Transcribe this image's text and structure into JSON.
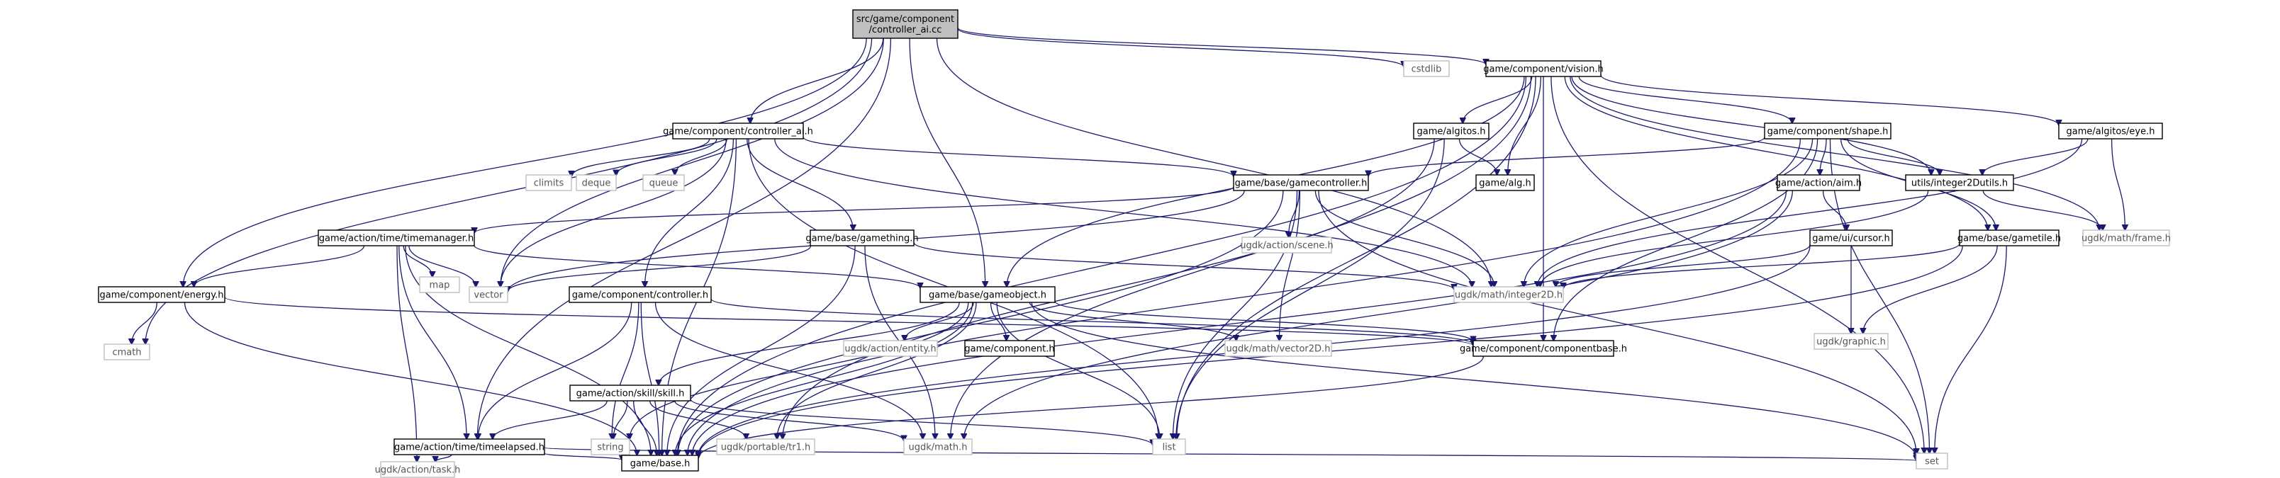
{
  "diagram": {
    "root": "src/game/component/controller_ai.cc",
    "nodes": {
      "root": {
        "label": [
          "src/game/component",
          "/controller_ai.cc"
        ],
        "kind": "root"
      },
      "cstdlib": {
        "label": [
          "cstdlib"
        ],
        "kind": "system"
      },
      "vision": {
        "label": [
          "game/component/vision.h"
        ],
        "kind": "local"
      },
      "controller_ai": {
        "label": [
          "game/component/controller_ai.h"
        ],
        "kind": "local"
      },
      "algitos": {
        "label": [
          "game/algitos.h"
        ],
        "kind": "local"
      },
      "shape": {
        "label": [
          "game/component/shape.h"
        ],
        "kind": "local"
      },
      "eye": {
        "label": [
          "game/algitos/eye.h"
        ],
        "kind": "local"
      },
      "climits": {
        "label": [
          "climits"
        ],
        "kind": "system"
      },
      "deque": {
        "label": [
          "deque"
        ],
        "kind": "system"
      },
      "queue": {
        "label": [
          "queue"
        ],
        "kind": "system"
      },
      "gamecontroller": {
        "label": [
          "game/base/gamecontroller.h"
        ],
        "kind": "local"
      },
      "alg": {
        "label": [
          "game/alg.h"
        ],
        "kind": "local"
      },
      "aim": {
        "label": [
          "game/action/aim.h"
        ],
        "kind": "local"
      },
      "integer2dutils": {
        "label": [
          "utils/integer2Dutils.h"
        ],
        "kind": "local"
      },
      "timemanager": {
        "label": [
          "game/action/time/timemanager.h"
        ],
        "kind": "local"
      },
      "gamething": {
        "label": [
          "game/base/gamething.h"
        ],
        "kind": "local"
      },
      "scene": {
        "label": [
          "ugdk/action/scene.h"
        ],
        "kind": "system"
      },
      "cursor": {
        "label": [
          "game/ui/cursor.h"
        ],
        "kind": "local"
      },
      "gametile": {
        "label": [
          "game/base/gametile.h"
        ],
        "kind": "local"
      },
      "frame": {
        "label": [
          "ugdk/math/frame.h"
        ],
        "kind": "system"
      },
      "map": {
        "label": [
          "map"
        ],
        "kind": "system"
      },
      "vector": {
        "label": [
          "vector"
        ],
        "kind": "system"
      },
      "integer2d": {
        "label": [
          "ugdk/math/integer2D.h"
        ],
        "kind": "system"
      },
      "energy": {
        "label": [
          "game/component/energy.h"
        ],
        "kind": "local"
      },
      "controller": {
        "label": [
          "game/component/controller.h"
        ],
        "kind": "local"
      },
      "gameobject": {
        "label": [
          "game/base/gameobject.h"
        ],
        "kind": "local"
      },
      "graphic": {
        "label": [
          "ugdk/graphic.h"
        ],
        "kind": "system"
      },
      "cmath": {
        "label": [
          "cmath"
        ],
        "kind": "system"
      },
      "entity": {
        "label": [
          "ugdk/action/entity.h"
        ],
        "kind": "system"
      },
      "component": {
        "label": [
          "game/component.h"
        ],
        "kind": "local"
      },
      "vector2d": {
        "label": [
          "ugdk/math/vector2D.h"
        ],
        "kind": "system"
      },
      "componentbase": {
        "label": [
          "game/component/componentbase.h"
        ],
        "kind": "local"
      },
      "skill": {
        "label": [
          "game/action/skill/skill.h"
        ],
        "kind": "local"
      },
      "string": {
        "label": [
          "string"
        ],
        "kind": "system"
      },
      "tr1": {
        "label": [
          "ugdk/portable/tr1.h"
        ],
        "kind": "system"
      },
      "ugdkmath": {
        "label": [
          "ugdk/math.h"
        ],
        "kind": "system"
      },
      "list": {
        "label": [
          "list"
        ],
        "kind": "system"
      },
      "timeelapsed": {
        "label": [
          "game/action/time/timeelapsed.h"
        ],
        "kind": "local"
      },
      "task": {
        "label": [
          "ugdk/action/task.h"
        ],
        "kind": "system"
      },
      "base": {
        "label": [
          "game/base.h"
        ],
        "kind": "local"
      },
      "set": {
        "label": [
          "set"
        ],
        "kind": "system"
      }
    },
    "edges": [
      [
        "root",
        "cstdlib"
      ],
      [
        "root",
        "vision"
      ],
      [
        "root",
        "controller_ai"
      ],
      [
        "root",
        "energy"
      ],
      [
        "root",
        "gameobject"
      ],
      [
        "root",
        "cmath"
      ],
      [
        "root",
        "timeelapsed"
      ],
      [
        "root",
        "integer2d"
      ],
      [
        "root",
        "vector"
      ],
      [
        "vision",
        "algitos"
      ],
      [
        "vision",
        "shape"
      ],
      [
        "vision",
        "eye"
      ],
      [
        "vision",
        "alg"
      ],
      [
        "vision",
        "integer2dutils"
      ],
      [
        "vision",
        "frame"
      ],
      [
        "vision",
        "gameobject"
      ],
      [
        "vision",
        "componentbase"
      ],
      [
        "vision",
        "ugdkmath"
      ],
      [
        "vision",
        "gametile"
      ],
      [
        "vision",
        "set"
      ],
      [
        "vision",
        "list"
      ],
      [
        "vision",
        "base"
      ],
      [
        "controller_ai",
        "climits"
      ],
      [
        "controller_ai",
        "deque"
      ],
      [
        "controller_ai",
        "queue"
      ],
      [
        "controller_ai",
        "gamecontroller"
      ],
      [
        "controller_ai",
        "gamething"
      ],
      [
        "controller_ai",
        "controller"
      ],
      [
        "controller_ai",
        "vector"
      ],
      [
        "controller_ai",
        "list"
      ],
      [
        "controller_ai",
        "base"
      ],
      [
        "controller_ai",
        "integer2d"
      ],
      [
        "algitos",
        "alg"
      ],
      [
        "algitos",
        "tr1"
      ],
      [
        "algitos",
        "list"
      ],
      [
        "shape",
        "gamecontroller"
      ],
      [
        "shape",
        "aim"
      ],
      [
        "shape",
        "integer2dutils"
      ],
      [
        "shape",
        "gametile"
      ],
      [
        "shape",
        "integer2d"
      ],
      [
        "shape",
        "componentbase"
      ],
      [
        "shape",
        "set"
      ],
      [
        "shape",
        "base"
      ],
      [
        "eye",
        "integer2dutils"
      ],
      [
        "eye",
        "frame"
      ],
      [
        "eye",
        "integer2d"
      ],
      [
        "gamecontroller",
        "timemanager"
      ],
      [
        "gamecontroller",
        "scene"
      ],
      [
        "gamecontroller",
        "vector"
      ],
      [
        "gamecontroller",
        "integer2d"
      ],
      [
        "gamecontroller",
        "vector2d"
      ],
      [
        "gamecontroller",
        "list"
      ],
      [
        "gamecontroller",
        "set"
      ],
      [
        "gamecontroller",
        "base"
      ],
      [
        "aim",
        "cursor"
      ],
      [
        "aim",
        "ugdkmath"
      ],
      [
        "aim",
        "base"
      ],
      [
        "integer2dutils",
        "integer2d"
      ],
      [
        "integer2dutils",
        "frame"
      ],
      [
        "timemanager",
        "energy"
      ],
      [
        "timemanager",
        "gameobject"
      ],
      [
        "timemanager",
        "map"
      ],
      [
        "timemanager",
        "vector"
      ],
      [
        "timemanager",
        "timeelapsed"
      ],
      [
        "timemanager",
        "task"
      ],
      [
        "timemanager",
        "base"
      ],
      [
        "gamething",
        "vector"
      ],
      [
        "gamething",
        "integer2d"
      ],
      [
        "gamething",
        "ugdkmath"
      ],
      [
        "gamething",
        "base"
      ],
      [
        "cursor",
        "integer2d"
      ],
      [
        "cursor",
        "graphic"
      ],
      [
        "cursor",
        "base"
      ],
      [
        "gametile",
        "integer2d"
      ],
      [
        "gametile",
        "graphic"
      ],
      [
        "gametile",
        "set"
      ],
      [
        "gametile",
        "base"
      ],
      [
        "energy",
        "cmath"
      ],
      [
        "energy",
        "componentbase"
      ],
      [
        "energy",
        "base"
      ],
      [
        "controller",
        "componentbase"
      ],
      [
        "controller",
        "string"
      ],
      [
        "controller",
        "ugdkmath"
      ],
      [
        "controller",
        "timeelapsed"
      ],
      [
        "controller",
        "base"
      ],
      [
        "gameobject",
        "entity"
      ],
      [
        "gameobject",
        "component"
      ],
      [
        "gameobject",
        "vector2d"
      ],
      [
        "gameobject",
        "componentbase"
      ],
      [
        "gameobject",
        "skill"
      ],
      [
        "gameobject",
        "string"
      ],
      [
        "gameobject",
        "tr1"
      ],
      [
        "gameobject",
        "list"
      ],
      [
        "gameobject",
        "set"
      ],
      [
        "gameobject",
        "base"
      ],
      [
        "componentbase",
        "base"
      ],
      [
        "skill",
        "string"
      ],
      [
        "skill",
        "tr1"
      ],
      [
        "skill",
        "ugdkmath"
      ],
      [
        "skill",
        "list"
      ],
      [
        "skill",
        "timeelapsed"
      ],
      [
        "skill",
        "base"
      ],
      [
        "timeelapsed",
        "task"
      ],
      [
        "timeelapsed",
        "base"
      ],
      [
        "timeelapsed",
        "set"
      ]
    ]
  }
}
